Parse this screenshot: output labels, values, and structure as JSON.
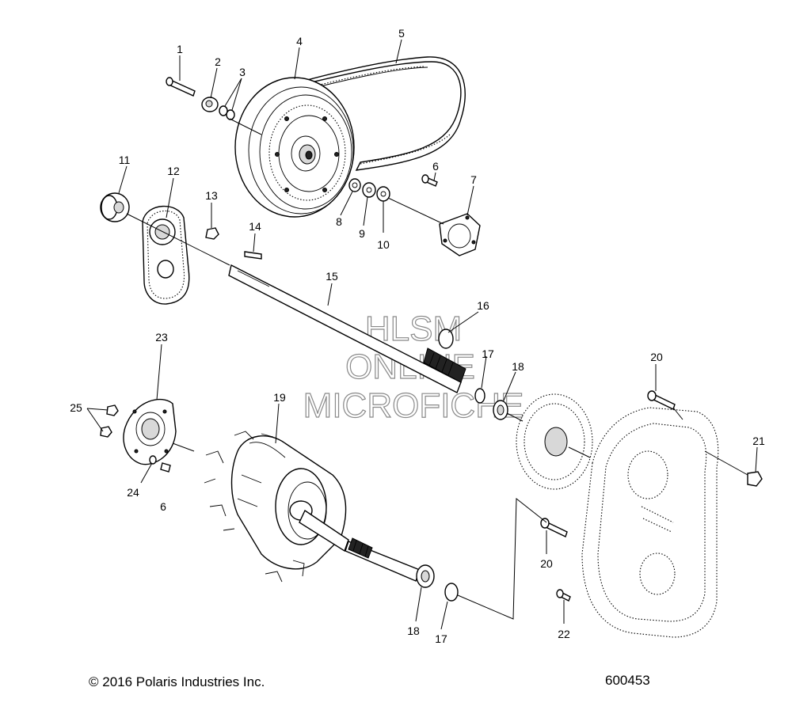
{
  "watermark": {
    "line1": "HLSM",
    "line2": "ONLINE",
    "line3": "MICROFICHE"
  },
  "callouts": [
    {
      "id": "c1",
      "text": "1"
    },
    {
      "id": "c2",
      "text": "2"
    },
    {
      "id": "c3",
      "text": "3"
    },
    {
      "id": "c4",
      "text": "4"
    },
    {
      "id": "c5",
      "text": "5"
    },
    {
      "id": "c6a",
      "text": "6"
    },
    {
      "id": "c7",
      "text": "7"
    },
    {
      "id": "c8",
      "text": "8"
    },
    {
      "id": "c9",
      "text": "9"
    },
    {
      "id": "c10",
      "text": "10"
    },
    {
      "id": "c11",
      "text": "11"
    },
    {
      "id": "c12",
      "text": "12"
    },
    {
      "id": "c13",
      "text": "13"
    },
    {
      "id": "c14",
      "text": "14"
    },
    {
      "id": "c15",
      "text": "15"
    },
    {
      "id": "c16",
      "text": "16"
    },
    {
      "id": "c17a",
      "text": "17"
    },
    {
      "id": "c18a",
      "text": "18"
    },
    {
      "id": "c19",
      "text": "19"
    },
    {
      "id": "c20a",
      "text": "20"
    },
    {
      "id": "c21",
      "text": "21"
    },
    {
      "id": "c23",
      "text": "23"
    },
    {
      "id": "c25",
      "text": "25"
    },
    {
      "id": "c24",
      "text": "24"
    },
    {
      "id": "c6b",
      "text": "6"
    },
    {
      "id": "c20b",
      "text": "20"
    },
    {
      "id": "c22",
      "text": "22"
    },
    {
      "id": "c18b",
      "text": "18"
    },
    {
      "id": "c17b",
      "text": "17"
    }
  ],
  "footer": {
    "copyright": "© 2016 Polaris Industries Inc.",
    "drawing_number": "600453"
  }
}
